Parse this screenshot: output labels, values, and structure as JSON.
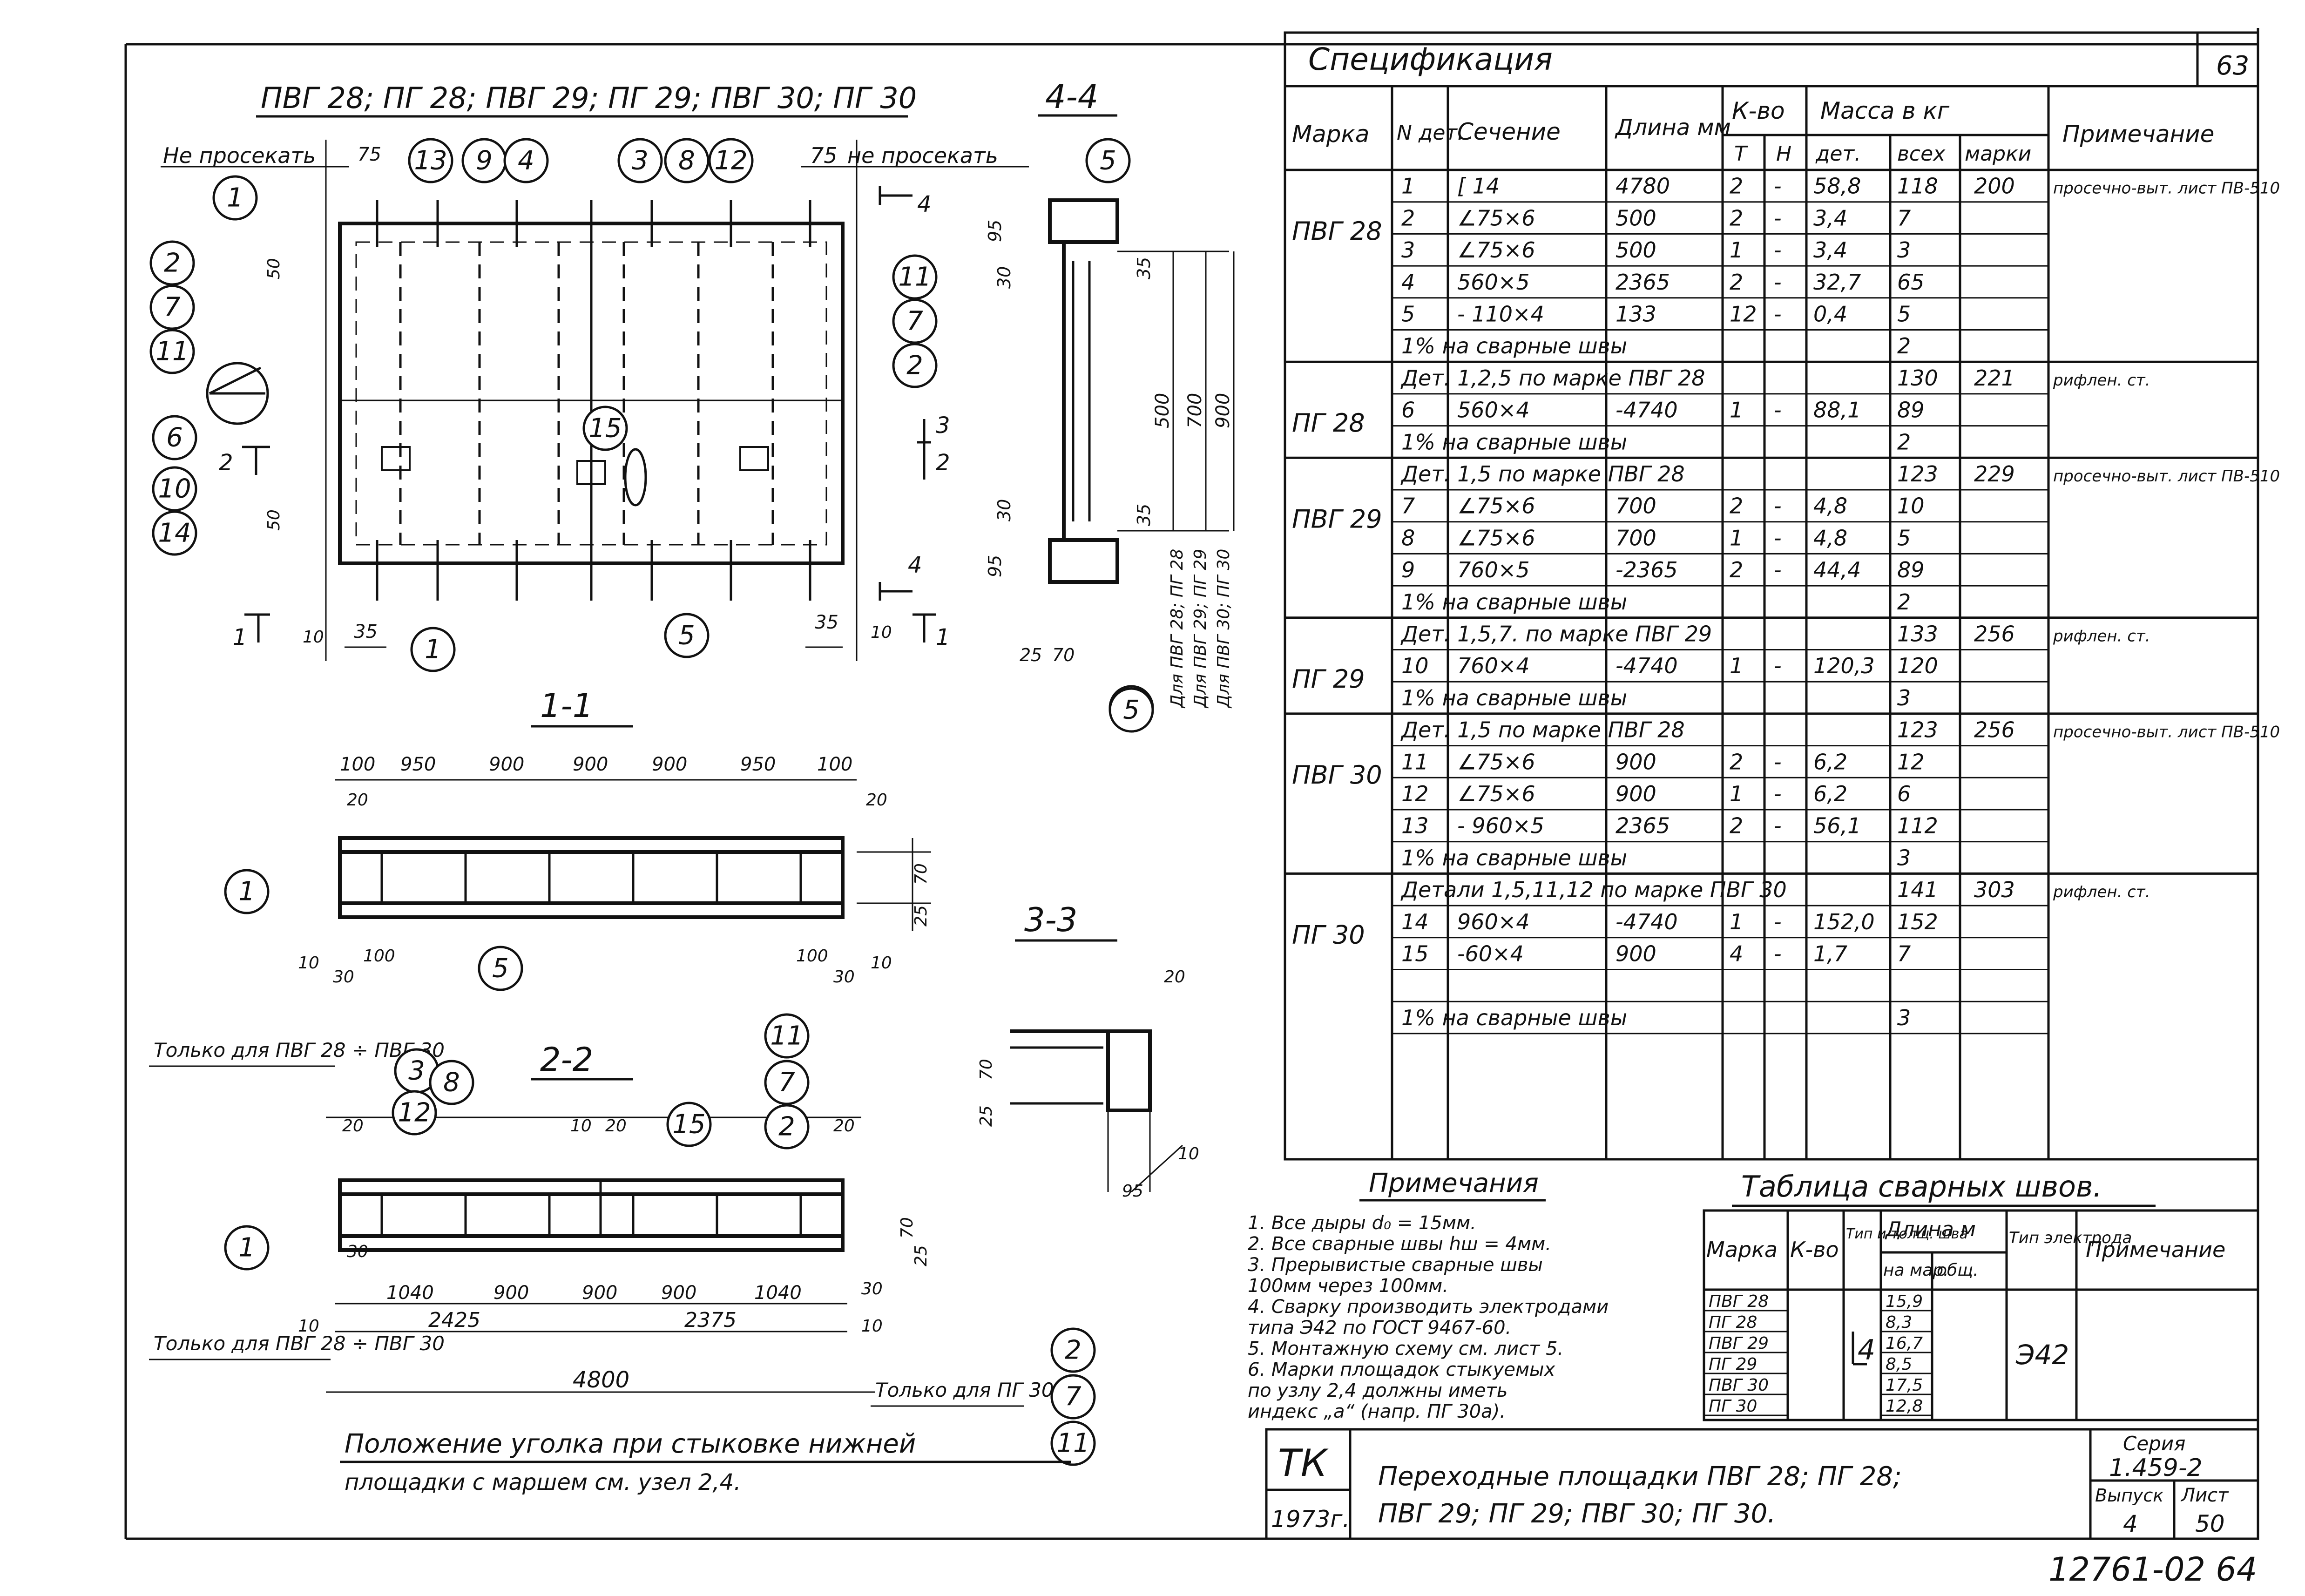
{
  "sheet_number_top": "63",
  "plan_title": "ПВГ 28; ПГ 28; ПВГ 29; ПГ 29; ПВГ 30; ПГ 30",
  "section_titles": {
    "s44": "4-4",
    "s11": "1-1",
    "s22": "2-2",
    "s33": "3-3"
  },
  "plan_notes": {
    "no_cut_left": "Не просекать",
    "no_cut_right": "не просекать",
    "dim75": "75"
  },
  "plan_dims": {
    "d50a": "50",
    "d50b": "50",
    "d35a": "35",
    "d35b": "35",
    "d10a": "10",
    "d10b": "10",
    "sec1": "1",
    "sec2": "2",
    "sec3": "3",
    "sec4": "4"
  },
  "balloons_plan": [
    "1",
    "2",
    "7",
    "11",
    "6",
    "10",
    "14",
    "13",
    "9",
    "4",
    "3",
    "8",
    "12",
    "11",
    "7",
    "2",
    "15",
    "1",
    "5"
  ],
  "section44_dims": [
    "95",
    "30",
    "35",
    "500",
    "700",
    "900",
    "30",
    "35",
    "95",
    "25",
    "70"
  ],
  "section44_notes": [
    "Для ПВГ 28; ПГ 28",
    "Для ПВГ 29; ПГ 29",
    "Для ПВГ 30; ПГ 30"
  ],
  "section44_balloons": [
    "5",
    "5",
    "5"
  ],
  "section11_dims_top": [
    "100",
    "950",
    "900",
    "900",
    "900",
    "950",
    "100"
  ],
  "section11_dims_side": [
    "20",
    "20",
    "70",
    "25",
    "10",
    "30",
    "100",
    "100",
    "30",
    "10"
  ],
  "section11_balloons": [
    "1",
    "5"
  ],
  "section33_dims": [
    "20",
    "70",
    "25",
    "10",
    "95"
  ],
  "section22_notes": {
    "only_left": "Только для ПВГ 28 ÷ ПВГ 30",
    "only_left2": "Только для ПВГ 28 ÷ ПВГ 30",
    "only_right": "Только для ПГ 30"
  },
  "section22_dims_top": [
    "20",
    "10",
    "20",
    "20"
  ],
  "section22_dims_bottom": [
    "1040",
    "900",
    "900",
    "900",
    "1040"
  ],
  "section22_dims_total": [
    "2425",
    "2375",
    "4800"
  ],
  "section22_dims_side": [
    "30",
    "30",
    "10",
    "10",
    "70",
    "25"
  ],
  "section22_balloons": [
    "3",
    "8",
    "12",
    "15",
    "11",
    "7",
    "2",
    "1",
    "2",
    "7",
    "11"
  ],
  "bottom_note": {
    "line1": "Положение уголка при стыковке нижней",
    "line2": "площадки с маршем см. узел 2,4."
  },
  "spec": {
    "title": "Спецификация",
    "headers": {
      "mark": "Марка",
      "det": "N дет.",
      "section": "Сечение",
      "length": "Длина мм",
      "qty": "К-во",
      "qty_t": "Т",
      "qty_n": "Н",
      "mass": "Масса в кг",
      "mass_det": "дет.",
      "mass_all": "всех",
      "mass_mark": "марки",
      "note": "Примечание"
    },
    "rows": [
      {
        "mark": "ПВГ 28",
        "det": "1",
        "section": "[ 14",
        "length": "4780",
        "t": "2",
        "n": "-",
        "mdet": "58,8",
        "mall": "118",
        "mmark": "200",
        "note": "просечно-выт. лист ПВ-510"
      },
      {
        "mark": "",
        "det": "2",
        "section": "∠75×6",
        "length": "500",
        "t": "2",
        "n": "-",
        "mdet": "3,4",
        "mall": "7",
        "mmark": "",
        "note": ""
      },
      {
        "mark": "",
        "det": "3",
        "section": "∠75×6",
        "length": "500",
        "t": "1",
        "n": "-",
        "mdet": "3,4",
        "mall": "3",
        "mmark": "",
        "note": ""
      },
      {
        "mark": "",
        "det": "4",
        "section": "560×5",
        "length": "2365",
        "t": "2",
        "n": "-",
        "mdet": "32,7",
        "mall": "65",
        "mmark": "",
        "note": ""
      },
      {
        "mark": "",
        "det": "5",
        "section": "- 110×4",
        "length": "133",
        "t": "12",
        "n": "-",
        "mdet": "0,4",
        "mall": "5",
        "mmark": "",
        "note": ""
      },
      {
        "mark": "",
        "det": "1% на сварные швы",
        "section": "",
        "length": "",
        "t": "",
        "n": "",
        "mdet": "",
        "mall": "2",
        "mmark": "",
        "note": ""
      },
      {
        "mark": "ПГ 28",
        "det": "Дет. 1,2,5 по марке ПВГ 28",
        "section": "",
        "length": "",
        "t": "",
        "n": "",
        "mdet": "",
        "mall": "130",
        "mmark": "221",
        "note": "рифлен. ст."
      },
      {
        "mark": "",
        "det": "6",
        "section": "560×4",
        "length": "-4740",
        "t": "1",
        "n": "-",
        "mdet": "88,1",
        "mall": "89",
        "mmark": "",
        "note": ""
      },
      {
        "mark": "",
        "det": "1% на сварные швы",
        "section": "",
        "length": "",
        "t": "",
        "n": "",
        "mdet": "",
        "mall": "2",
        "mmark": "",
        "note": ""
      },
      {
        "mark": "ПВГ 29",
        "det": "Дет. 1,5 по марке ПВГ 28",
        "section": "",
        "length": "",
        "t": "",
        "n": "",
        "mdet": "",
        "mall": "123",
        "mmark": "229",
        "note": "просечно-выт. лист ПВ-510"
      },
      {
        "mark": "",
        "det": "7",
        "section": "∠75×6",
        "length": "700",
        "t": "2",
        "n": "-",
        "mdet": "4,8",
        "mall": "10",
        "mmark": "",
        "note": ""
      },
      {
        "mark": "",
        "det": "8",
        "section": "∠75×6",
        "length": "700",
        "t": "1",
        "n": "-",
        "mdet": "4,8",
        "mall": "5",
        "mmark": "",
        "note": ""
      },
      {
        "mark": "",
        "det": "9",
        "section": "760×5",
        "length": "-2365",
        "t": "2",
        "n": "-",
        "mdet": "44,4",
        "mall": "89",
        "mmark": "",
        "note": ""
      },
      {
        "mark": "",
        "det": "1% на сварные швы",
        "section": "",
        "length": "",
        "t": "",
        "n": "",
        "mdet": "",
        "mall": "2",
        "mmark": "",
        "note": ""
      },
      {
        "mark": "ПГ 29",
        "det": "Дет. 1,5,7. по марке ПВГ 29",
        "section": "",
        "length": "",
        "t": "",
        "n": "",
        "mdet": "",
        "mall": "133",
        "mmark": "256",
        "note": "рифлен. ст."
      },
      {
        "mark": "",
        "det": "10",
        "section": "760×4",
        "length": "-4740",
        "t": "1",
        "n": "-",
        "mdet": "120,3",
        "mall": "120",
        "mmark": "",
        "note": ""
      },
      {
        "mark": "",
        "det": "1% на сварные швы",
        "section": "",
        "length": "",
        "t": "",
        "n": "",
        "mdet": "",
        "mall": "3",
        "mmark": "",
        "note": ""
      },
      {
        "mark": "ПВГ 30",
        "det": "Дет. 1,5 по марке ПВГ 28",
        "section": "",
        "length": "",
        "t": "",
        "n": "",
        "mdet": "",
        "mall": "123",
        "mmark": "256",
        "note": "просечно-выт. лист ПВ-510"
      },
      {
        "mark": "",
        "det": "11",
        "section": "∠75×6",
        "length": "900",
        "t": "2",
        "n": "-",
        "mdet": "6,2",
        "mall": "12",
        "mmark": "",
        "note": ""
      },
      {
        "mark": "",
        "det": "12",
        "section": "∠75×6",
        "length": "900",
        "t": "1",
        "n": "-",
        "mdet": "6,2",
        "mall": "6",
        "mmark": "",
        "note": ""
      },
      {
        "mark": "",
        "det": "13",
        "section": "- 960×5",
        "length": "2365",
        "t": "2",
        "n": "-",
        "mdet": "56,1",
        "mall": "112",
        "mmark": "",
        "note": ""
      },
      {
        "mark": "",
        "det": "1% на сварные швы",
        "section": "",
        "length": "",
        "t": "",
        "n": "",
        "mdet": "",
        "mall": "3",
        "mmark": "",
        "note": ""
      },
      {
        "mark": "ПГ 30",
        "det": "Детали 1,5,11,12 по марке ПВГ 30",
        "section": "",
        "length": "",
        "t": "",
        "n": "",
        "mdet": "",
        "mall": "141",
        "mmark": "303",
        "note": "рифлен. ст."
      },
      {
        "mark": "",
        "det": "14",
        "section": "960×4",
        "length": "-4740",
        "t": "1",
        "n": "-",
        "mdet": "152,0",
        "mall": "152",
        "mmark": "",
        "note": ""
      },
      {
        "mark": "",
        "det": "15",
        "section": "-60×4",
        "length": "900",
        "t": "4",
        "n": "-",
        "mdet": "1,7",
        "mall": "7",
        "mmark": "",
        "note": ""
      },
      {
        "mark": "",
        "det": "",
        "section": "",
        "length": "",
        "t": "",
        "n": "",
        "mdet": "",
        "mall": "",
        "mmark": "",
        "note": ""
      },
      {
        "mark": "",
        "det": "1% на сварные швы",
        "section": "",
        "length": "",
        "t": "",
        "n": "",
        "mdet": "",
        "mall": "3",
        "mmark": "",
        "note": ""
      }
    ]
  },
  "notes": {
    "title": "Примечания",
    "lines": [
      "1. Все дыры d₀ = 15мм.",
      "2. Все сварные швы hш = 4мм.",
      "3. Прерывистые сварные швы",
      "100мм через 100мм.",
      "4. Сварку производить электродами",
      "типа Э42 по ГОСТ 9467-60.",
      "5. Монтажную схему см. лист 5.",
      "6. Марки площадок стыкуемых",
      "по узлу 2,4 должны иметь",
      "индекс „а“ (напр. ПГ 30а)."
    ]
  },
  "weld": {
    "title": "Таблица сварных швов.",
    "headers": {
      "mark": "Марка",
      "qty": "К-во",
      "type": "Тип и толщ. шва",
      "length": "Длина м",
      "len_one": "на мар.",
      "len_total": "общ.",
      "el_type": "Тип электрода",
      "note": "Примечание"
    },
    "marks": [
      "ПВГ 28",
      "ПГ 28",
      "ПВГ 29",
      "ПГ 29",
      "ПВГ 30",
      "ПГ 30"
    ],
    "lengths": [
      "15,9",
      "8,3",
      "16,7",
      "8,5",
      "17,5",
      "12,8"
    ],
    "weld_type": "4",
    "electrode": "Э42"
  },
  "title_block": {
    "org": "ТК",
    "year": "1973г.",
    "title_line1": "Переходные площадки ПВГ 28; ПГ 28;",
    "title_line2": "ПВГ 29; ПГ 29; ПВГ 30; ПГ 30.",
    "series_label": "Серия",
    "series": "1.459-2",
    "issue_label": "Выпуск",
    "issue": "4",
    "sheet_label": "Лист",
    "sheet": "50"
  },
  "stamp": "12761-02 64"
}
